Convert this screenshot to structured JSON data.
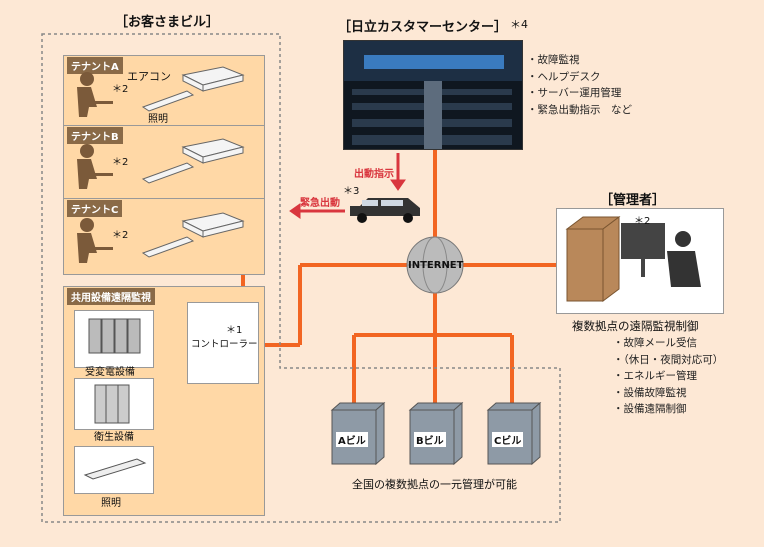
{
  "customer_building": {
    "title": "［お客さまビル］",
    "tenants": [
      {
        "label": "テナントA",
        "ac_label": "エアコン",
        "note": "＊2",
        "light_label": "照明"
      },
      {
        "label": "テナントB",
        "note": "＊2"
      },
      {
        "label": "テナントC",
        "note": "＊2"
      }
    ],
    "shared": {
      "label": "共用設備遠隔監視",
      "equipment": [
        "受変電設備",
        "衛生設備",
        "照明"
      ],
      "controller_note": "＊1",
      "controller_label": "コントローラー"
    }
  },
  "customer_center": {
    "title": "［日立カスタマーセンター］",
    "note": "＊4",
    "services": [
      "故障監視",
      "ヘルプデスク",
      "サーバー運用管理",
      "緊急出動指示　など"
    ]
  },
  "dispatch": {
    "instruction": "出動指示",
    "emergency": "緊急出動",
    "note": "＊3"
  },
  "internet_label": "INTERNET",
  "manager": {
    "title": "［管理者］",
    "note": "＊2",
    "caption": "複数拠点の遠隔監視制御",
    "features": [
      "故障メール受信",
      "（休日・夜間対応可）",
      "エネルギー管理",
      "設備故障監視",
      "設備遠隔制御"
    ]
  },
  "sites": {
    "buildings": [
      "Aビル",
      "Bビル",
      "Cビル"
    ],
    "caption": "全国の複数拠点の一元管理が可能"
  },
  "colors": {
    "line": "#F26522",
    "panel": "#FFD8A6",
    "arrow": "#D9363E",
    "background": "#FDE8D5"
  }
}
